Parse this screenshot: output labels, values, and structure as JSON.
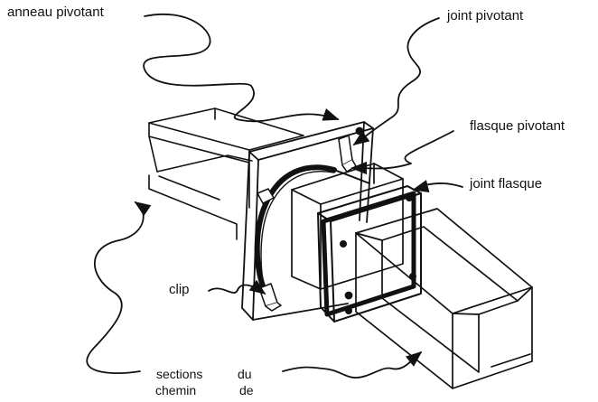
{
  "diagram": {
    "labels": {
      "anneau_pivotant": "anneau pivotant",
      "joint_pivotant": "joint pivotant",
      "flasque_pivotant": "flasque pivotant",
      "joint_flasque": "joint flasque",
      "clip": "clip",
      "sections": "sections",
      "du": "du",
      "chemin": "chemin",
      "de": "de"
    },
    "colors": {
      "ink": "#111111",
      "background": "#ffffff"
    }
  }
}
